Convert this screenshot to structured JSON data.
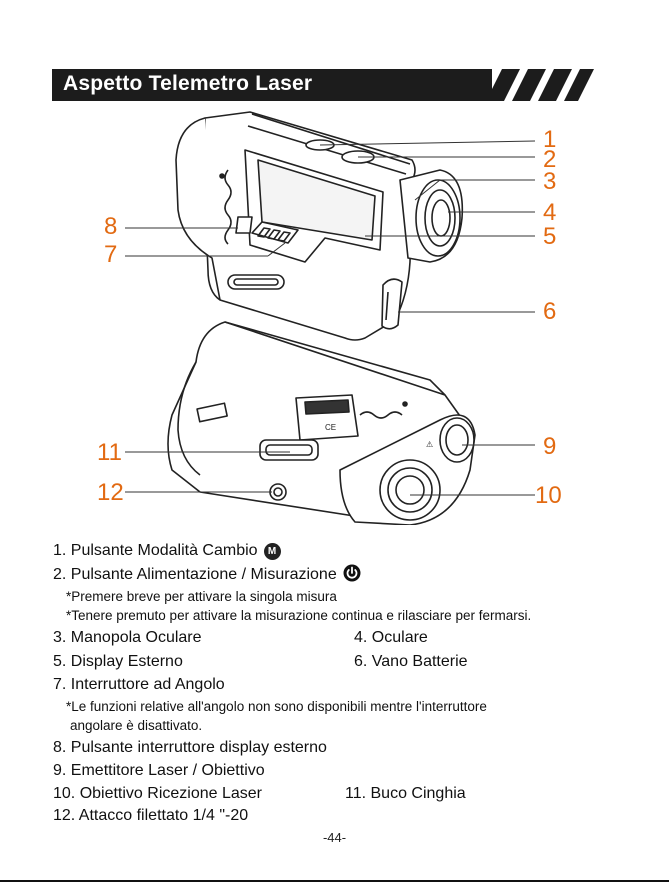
{
  "header": {
    "title": "Aspetto Telemetro Laser"
  },
  "callouts": [
    "1",
    "2",
    "3",
    "4",
    "5",
    "6",
    "7",
    "8",
    "9",
    "10",
    "11",
    "12"
  ],
  "specs": {
    "item1": "1. Pulsante Modalità Cambio",
    "item1_icon_letter": "M",
    "item2": "2. Pulsante Alimentazione / Misurazione",
    "note2a": "*Premere breve per attivare la singola misura",
    "note2b": "*Tenere premuto per attivare la misurazione continua e rilasciare per fermarsi.",
    "item3": "3. Manopola Oculare",
    "item4": "4. Oculare",
    "item5": "5. Display Esterno",
    "item6": "6. Vano Batterie",
    "item7": "7. Interruttore ad Angolo",
    "note7a": "*Le funzioni relative all'angolo non sono disponibili mentre l'interruttore",
    "note7b": "angolare è disattivato.",
    "item8": "8. Pulsante interruttore display esterno",
    "item9": "9. Emettitore Laser / Obiettivo",
    "item10": "10. Obiettivo Ricezione Laser",
    "item11": "11. Buco Cinghia",
    "item12": "12. Attacco filettato 1/4 \"-20"
  },
  "footer": {
    "page": "-44-"
  },
  "colors": {
    "accent": "#e26a12",
    "dark": "#1c1c1c"
  },
  "icons": [
    "mode-m-icon",
    "power-icon"
  ]
}
